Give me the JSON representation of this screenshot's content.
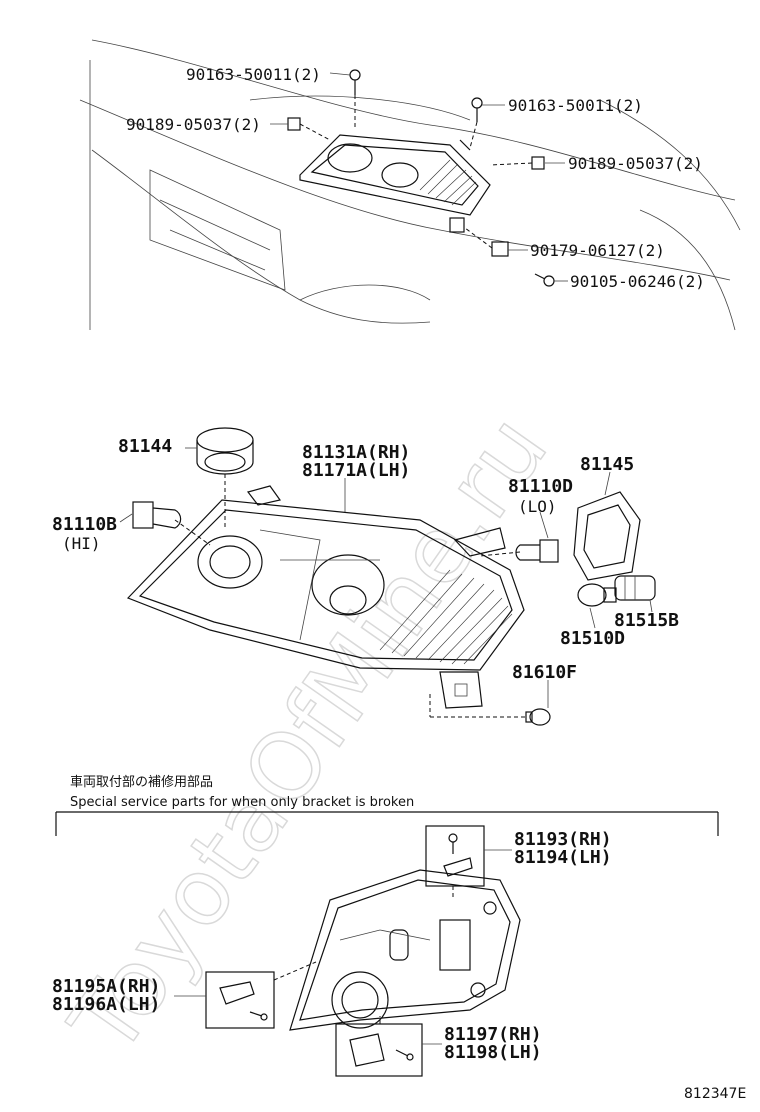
{
  "watermark": "ToyotaOfMine.ru",
  "figure_code": "812347E",
  "section_note": {
    "japanese": "車両取付部の補修用部品",
    "english": "Special service parts for when only bracket is broken"
  },
  "top_parts": {
    "screw_a_left": "90163-50011(2)",
    "nut_left": "90189-05037(2)",
    "screw_a_right": "90163-50011(2)",
    "nut_right": "90189-05037(2)",
    "clip": "90179-06127(2)",
    "bolt": "90105-06246(2)"
  },
  "middle_parts": {
    "socket_cover": "81144",
    "unit_rh": "81131A(RH)",
    "unit_lh": "81171A(LH)",
    "bulb_lo": "81110D",
    "bulb_lo_note": "(LO)",
    "cover_right": "81145",
    "bulb_hi": "81110B",
    "bulb_hi_note": "(HI)",
    "socket": "81515B",
    "bulb_small": "81510D",
    "bulb_side": "81610F"
  },
  "bracket_parts": {
    "bracket_top_rh": "81193(RH)",
    "bracket_top_lh": "81194(LH)",
    "bracket_left_rh": "81195A(RH)",
    "bracket_left_lh": "81196A(LH)",
    "bracket_bottom_rh": "81197(RH)",
    "bracket_bottom_lh": "81198(LH)"
  }
}
